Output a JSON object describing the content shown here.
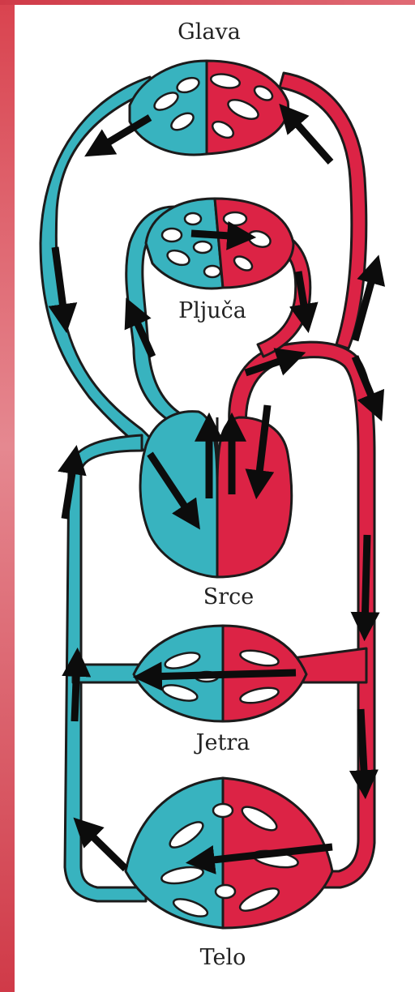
{
  "organs": [
    {
      "id": "glava",
      "label": "Glava"
    },
    {
      "id": "pluca",
      "label": "Pljuča"
    },
    {
      "id": "srce",
      "label": "Srce"
    },
    {
      "id": "jetra",
      "label": "Jetra"
    },
    {
      "id": "telo",
      "label": "Telo"
    }
  ],
  "colors": {
    "deoxygenated": "#38b3bf",
    "oxygenated": "#dc2345",
    "outline": "#1b1b1b",
    "arrow": "#0c0c0c",
    "frame": "#d9434f"
  }
}
